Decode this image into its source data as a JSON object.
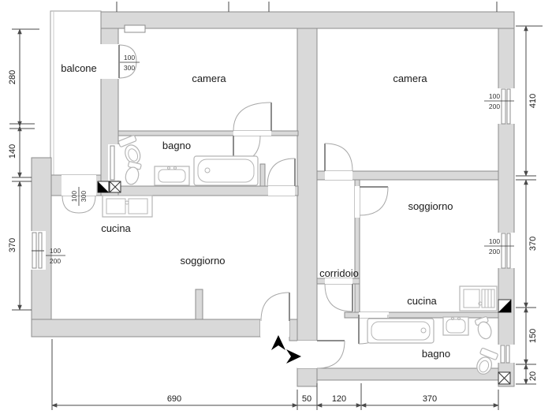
{
  "plan": {
    "rooms": {
      "balcone": "balcone",
      "camera": "camera",
      "bagno": "bagno",
      "cucina": "cucina",
      "soggiorno": "soggiorno",
      "corridoio": "corridoio"
    },
    "dims": {
      "v280": "280",
      "v140": "140",
      "v370_left": "370",
      "v410": "410",
      "v370_right": "370",
      "v150": "150",
      "v20": "20",
      "v690": "690",
      "v50": "50",
      "v120": "120",
      "v370_bottom": "370"
    },
    "openings": {
      "w": "100",
      "h_window": "200",
      "h_door": "300"
    },
    "colors": {
      "wall_fill": "#d9d9d9",
      "wall_stroke": "#8c8c8c",
      "fixture": "#b5b5b5",
      "dimension": "#4a4a4a",
      "label_text": "#1a1a1a",
      "symbol_black": "#000000",
      "background": "#ffffff"
    }
  }
}
